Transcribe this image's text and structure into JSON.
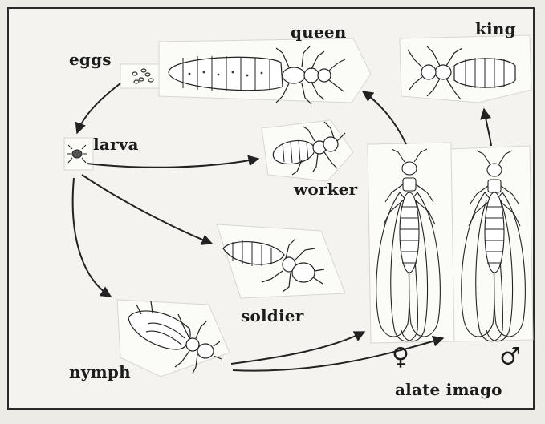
{
  "diagram": {
    "labels": {
      "eggs": "eggs",
      "queen": "queen",
      "king": "king",
      "larva": "larva",
      "worker": "worker",
      "soldier": "soldier",
      "nymph": "nymph",
      "alate": "alate imago"
    },
    "symbols": {
      "female": "♀",
      "male": "♂"
    }
  }
}
